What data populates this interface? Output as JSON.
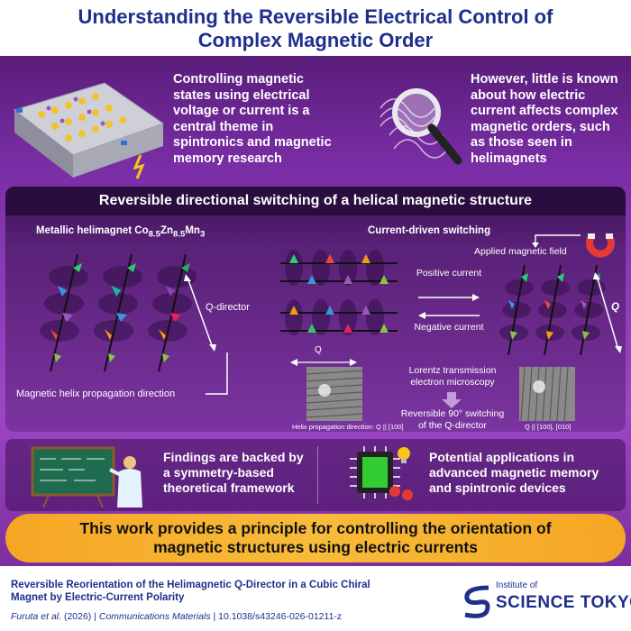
{
  "title": {
    "line1": "Understanding the Reversible Electrical Control of",
    "line2": "Complex Magnetic Order"
  },
  "top": {
    "left_text": "Controlling magnetic states using electrical voltage or current is a central theme in spintronics and magnetic memory research",
    "right_text": "However, little is known about how electric current affects complex magnetic orders, such as those seen in helimagnets"
  },
  "middle": {
    "header": "Reversible directional switching of a helical magnetic structure",
    "material_label_prefix": "Metallic helimagnet Co",
    "material_sub1": "8.5",
    "material_mid1": "Zn",
    "material_sub2": "8.5",
    "material_mid2": "Mn",
    "material_sub3": "3",
    "q_director": "Q-director",
    "helix_direction": "Magnetic helix propagation direction",
    "current_switching": "Current-driven switching",
    "applied_field": "Applied magnetic field",
    "positive_current": "Positive current",
    "negative_current": "Negative current",
    "q_label": "Q",
    "lorentz": "Lorentz transmission electron microscopy",
    "reversible_switch": "Reversible 90° switching of the Q-director",
    "helix_prop_small": "Helix propagation direction: Q || [100]",
    "q_110": "Q || [100], [010]"
  },
  "findings": {
    "left": "Findings are backed by a symmetry-based theoretical framework",
    "right": "Potential applications in advanced magnetic memory and spintronic devices"
  },
  "banner": {
    "line1": "This work provides a principle for controlling the orientation of",
    "line2": "magnetic structures using electric currents"
  },
  "footer": {
    "paper_title": "Reversible Reorientation of the Helimagnetic Q-Director in a Cubic Chiral Magnet by Electric-Current Polarity",
    "authors": "Furuta et al.",
    "year": " (2026)  |  ",
    "journal": "Communications Materials",
    "doi": "  |  10.1038/s43246-026-01211-z",
    "logo_top": "Institute of",
    "logo_main": "SCIENCE TOKYO"
  },
  "colors": {
    "title_blue": "#1e2f8c",
    "banner_orange": "#f5a623",
    "poster_purple": "#7a2ea6"
  }
}
